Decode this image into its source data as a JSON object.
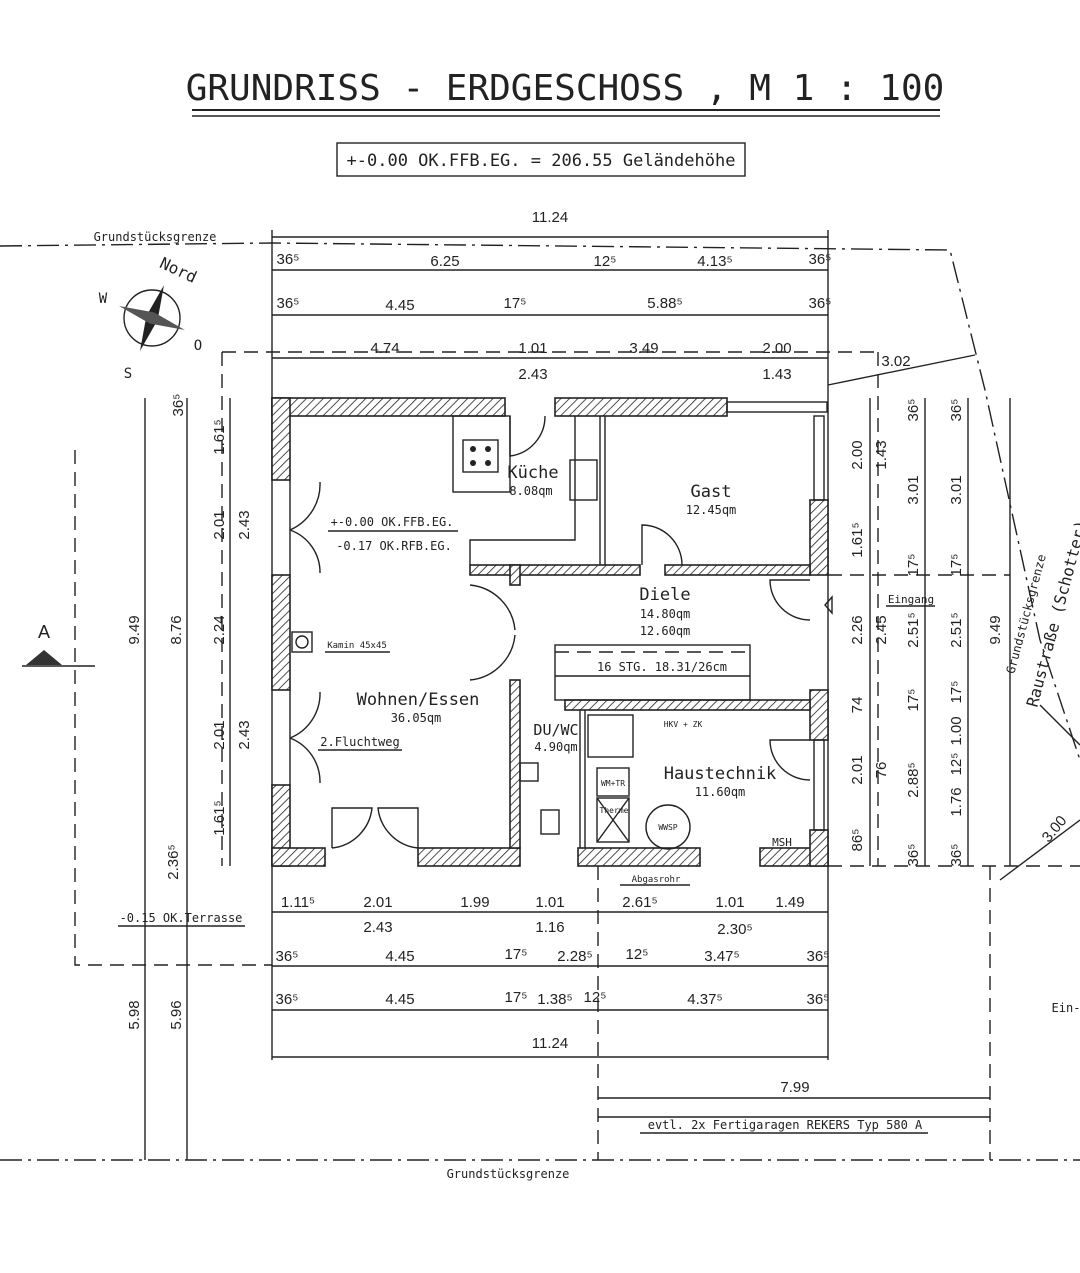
{
  "title": "GRUNDRISS - ERDGESCHOSS ,  M 1 : 100",
  "elevation_note": "+-0.00 OK.FFB.EG. = 206.55 Geländehöhe",
  "boundary": {
    "top": "Grundstücksgrenze",
    "bottom": "Grundstücksgrenze",
    "right": "Grundstücksgrenze",
    "street": "Raustraße (Schotter)"
  },
  "compass": {
    "north": "Nord",
    "west": "W",
    "east": "O",
    "south": "S"
  },
  "section_marker": "A",
  "rooms": [
    {
      "name": "Küche",
      "area": "8.08qm"
    },
    {
      "name": "Gast",
      "area": "12.45qm"
    },
    {
      "name": "Diele",
      "area": "14.80qm",
      "area2": "12.60qm"
    },
    {
      "name": "Wohnen/Essen",
      "area": "36.05qm"
    },
    {
      "name": "DU/WC",
      "area": "4.90qm"
    },
    {
      "name": "Haustechnik",
      "area": "11.60qm"
    }
  ],
  "annotations": {
    "ffb": "+-0.00 OK.FFB.EG.",
    "rfb": "-0.17 OK.RFB.EG.",
    "kamin": "Kamin 45x45",
    "fluchtweg": "2.Fluchtweg",
    "stairs": "16 STG. 18.31/26cm",
    "hkv": "HKV + ZK",
    "wmtr": "WM+TR",
    "therme": "Therme",
    "wwsp": "WWSP",
    "msh": "MSH",
    "abgasrohr": "Abgasrohr",
    "terrasse": "-0.15 OK.Terrasse",
    "eingang": "Eingang",
    "garage_width": "7.99",
    "garage": "evtl. 2x Fertigaragen REKERS Typ 580 A",
    "ein": "Ein-",
    "street_width": "3.00",
    "corner": "3.02"
  },
  "dims": {
    "top": [
      "11.24",
      "36⁵",
      "6.25",
      "12⁵",
      "4.13⁵",
      "36⁵",
      "36⁵",
      "4.45",
      "17⁵",
      "5.88⁵",
      "36⁵",
      "4.74",
      "1.01",
      "3.49",
      "2.00",
      "2.43",
      "1.43"
    ],
    "bottom": [
      "1.11⁵",
      "2.01",
      "1.99",
      "1.01",
      "2.61⁵",
      "1.01",
      "1.49",
      "2.43",
      "1.16",
      "2.30⁵",
      "36⁵",
      "4.45",
      "17⁵",
      "2.28⁵",
      "12⁵",
      "3.47⁵",
      "36⁵",
      "36⁵",
      "4.45",
      "17⁵",
      "1.38⁵",
      "12⁵",
      "4.37⁵",
      "36⁵",
      "11.24"
    ],
    "left": [
      "9.49",
      "8.76",
      "36⁵",
      "1.61⁵",
      "2.01",
      "2.43",
      "2.24",
      "2.01",
      "2.43",
      "1.61⁵",
      "2.36⁵",
      "5.98",
      "5.96"
    ],
    "right": [
      "2.00",
      "1.61⁵",
      "2.26",
      "74",
      "2.01",
      "86⁵",
      "1.43",
      "2.45",
      "76",
      "36⁵",
      "3.01",
      "17⁵",
      "2.51⁵",
      "17⁵",
      "2.88⁵",
      "36⁵",
      "36⁵",
      "3.01",
      "17⁵",
      "2.51⁵",
      "17⁵",
      "1.00",
      "12⁵",
      "1.76",
      "36⁵",
      "9.49"
    ]
  }
}
